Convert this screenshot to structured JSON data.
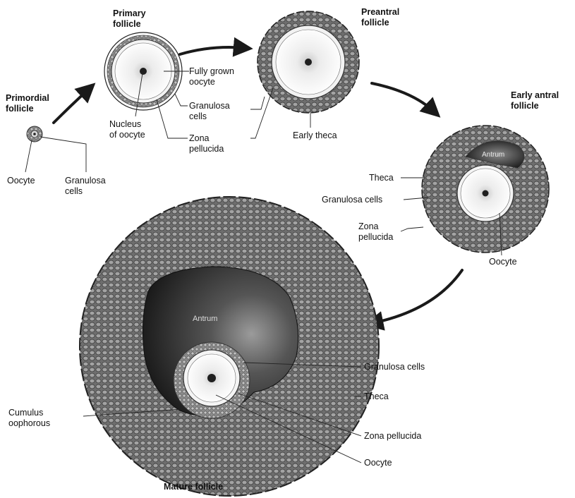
{
  "stages": {
    "primordial": {
      "title": [
        "Primordial",
        "follicle"
      ],
      "labels": {
        "oocyte": "Oocyte",
        "granulosa": [
          "Granulosa",
          "cells"
        ]
      }
    },
    "primary": {
      "title": [
        "Primary",
        "follicle"
      ],
      "labels": {
        "nucleus": [
          "Nucleus",
          "of oocyte"
        ],
        "oocyte": [
          "Fully grown",
          "oocyte"
        ],
        "granulosa": [
          "Granulosa",
          "cells"
        ],
        "zona": [
          "Zona",
          "pellucida"
        ]
      }
    },
    "preantral": {
      "title": [
        "Preantral",
        "follicle"
      ],
      "labels": {
        "theca": "Early theca"
      }
    },
    "early_antral": {
      "title": [
        "Early antral",
        "follicle"
      ],
      "labels": {
        "antrum": "Antrum",
        "theca": "Theca",
        "granulosa": "Granulosa cells",
        "zona": [
          "Zona",
          "pellucida"
        ],
        "oocyte": "Oocyte"
      }
    },
    "mature": {
      "title": "Mature follicle",
      "labels": {
        "antrum": "Antrum",
        "granulosa": "Granulosa cells",
        "theca": "Theca",
        "cumulus": [
          "Cumulus",
          "oophorous"
        ],
        "zona": "Zona pellucida",
        "oocyte": "Oocyte"
      }
    }
  }
}
